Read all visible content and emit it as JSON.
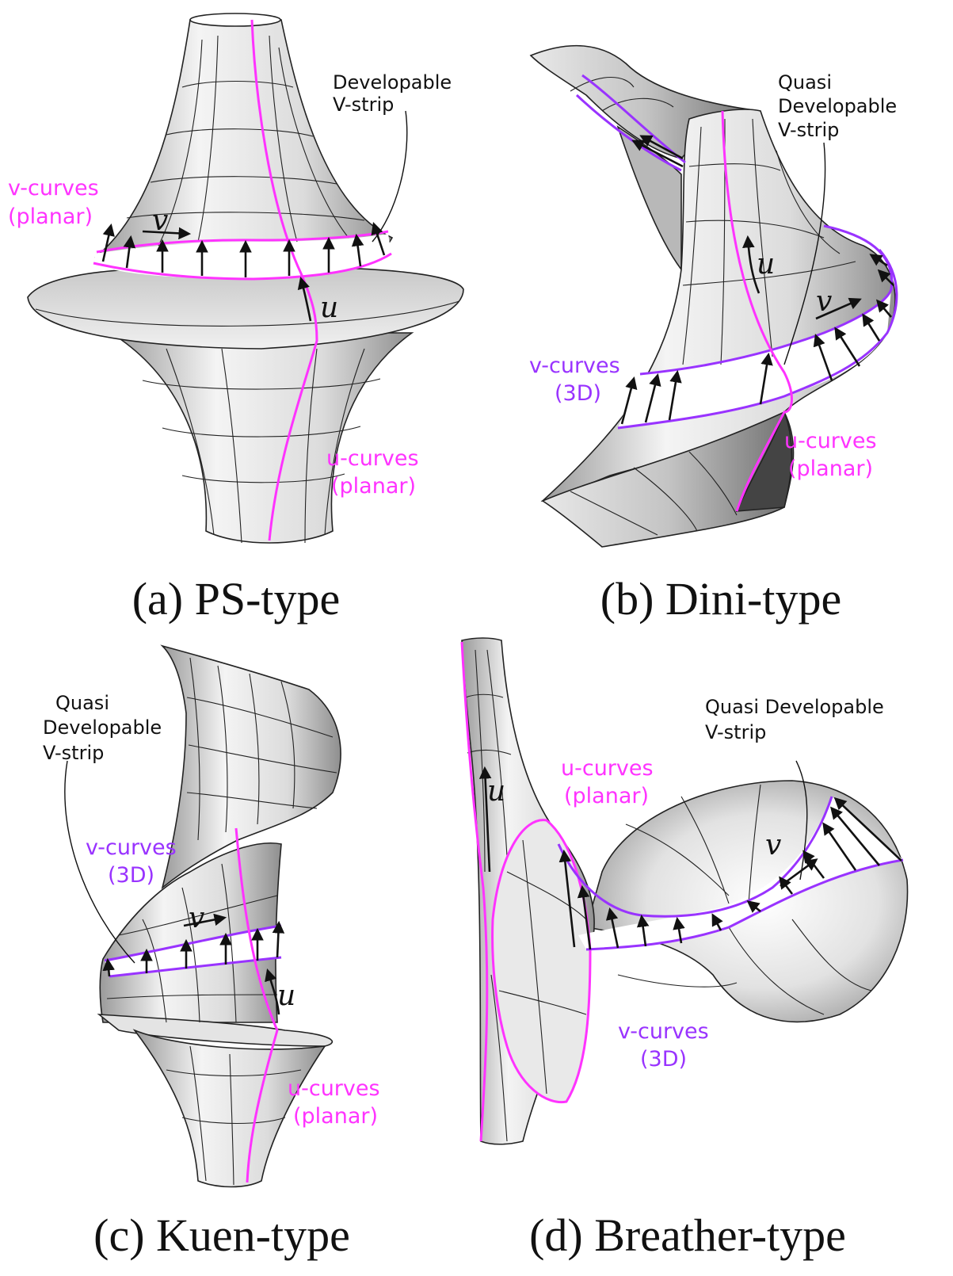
{
  "panels": [
    {
      "caption": "(a) PS-type",
      "annotation": [
        "Developable",
        "V-strip"
      ],
      "v_curve_label": [
        "v-curves",
        "(planar)"
      ],
      "u_curve_label": [
        "u-curves",
        "(planar)"
      ],
      "v_symbol": "v",
      "u_symbol": "u"
    },
    {
      "caption": "(b) Dini-type",
      "annotation": [
        "Quasi",
        "Developable",
        "V-strip"
      ],
      "v_curve_label": [
        "v-curves",
        "(3D)"
      ],
      "u_curve_label": [
        "u-curves",
        "(planar)"
      ],
      "v_symbol": "v",
      "u_symbol": "u"
    },
    {
      "caption": "(c) Kuen-type",
      "annotation": [
        "Quasi",
        "Developable",
        "V-strip"
      ],
      "v_curve_label": [
        "v-curves",
        "(3D)"
      ],
      "u_curve_label": [
        "u-curves",
        "(planar)"
      ],
      "v_symbol": "v",
      "u_symbol": "u"
    },
    {
      "caption": "(d) Breather-type",
      "annotation": [
        "Quasi Developable",
        "V-strip"
      ],
      "u_curve_label": [
        "u-curves",
        "(planar)"
      ],
      "v_curve_label": [
        "v-curves",
        "(3D)"
      ],
      "v_symbol": "v",
      "u_symbol": "u"
    }
  ],
  "colors": {
    "planar_curve": "#ff33ff",
    "three_d_curve": "#9933ff",
    "surface_light": "#f2f2f2",
    "surface_dark": "#8a8a8a"
  }
}
